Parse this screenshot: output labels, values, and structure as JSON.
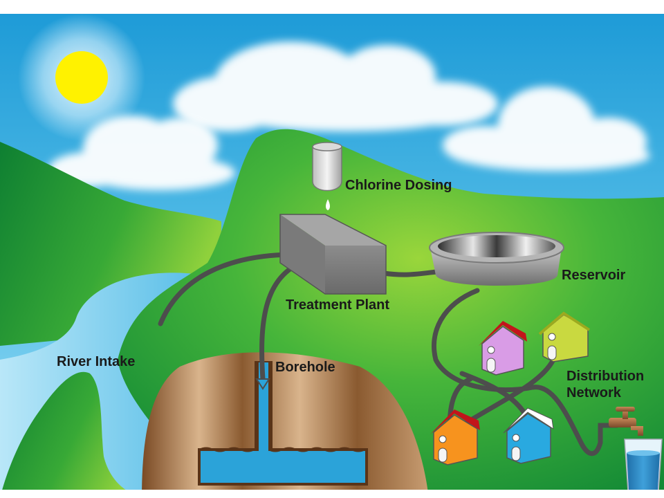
{
  "labels": {
    "chlorine_dosing": "Chlorine Dosing",
    "reservoir": "Reservoir",
    "treatment_plant": "Treatment Plant",
    "river_intake": "River Intake",
    "borehole": "Borehole",
    "distribution_line1": "Distribution",
    "distribution_line2": "Network"
  },
  "colors": {
    "sky": "#29A9DF",
    "hill": "#2FA43A",
    "pipe": "#4D4D4D",
    "water": "#2BA3D9",
    "label_text": "#1A1A1A"
  },
  "icons": [
    "sun-icon",
    "cloud-icon",
    "chlorine-tank-icon",
    "treatment-plant-icon",
    "reservoir-icon",
    "house-icon",
    "tap-icon",
    "water-glass-icon"
  ]
}
